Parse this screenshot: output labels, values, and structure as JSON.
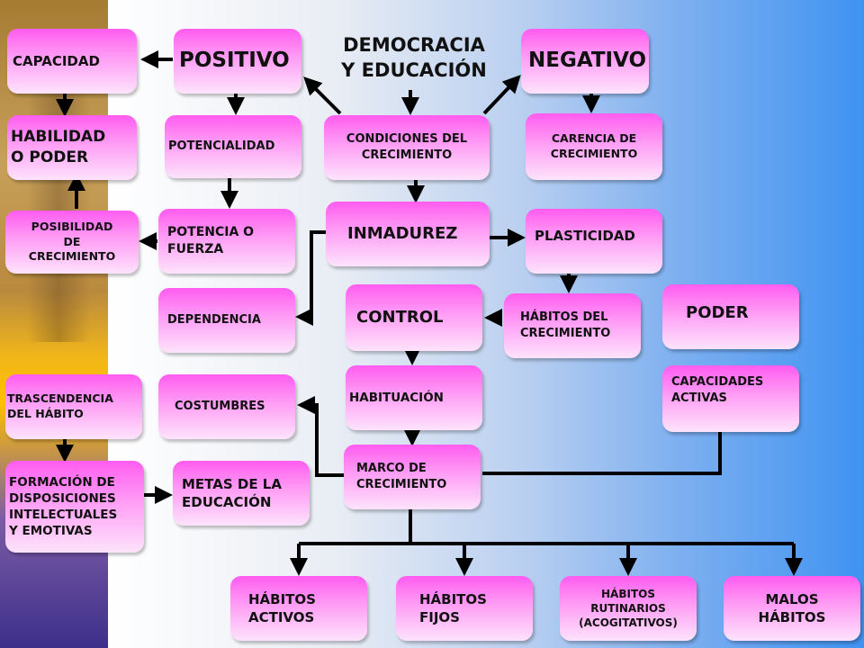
{
  "nodes": {
    "capacidad": "CAPACIDAD",
    "positivo": "POSITIVO",
    "democracia": "DEMOCRACIA\nY EDUCACIÓN",
    "negativo": "NEGATIVO",
    "habilidad": "HABILIDAD\nO PODER",
    "potencialidad": "POTENCIALIDAD",
    "condiciones": "CONDICIONES DEL\nCRECIMIENTO",
    "carencia": "CARENCIA DE\nCRECIMIENTO",
    "posibilidad": "POSIBILIDAD\nDE\nCRECIMIENTO",
    "potencia": "POTENCIA O\nFUERZA",
    "inmadurez": "INMADUREZ",
    "plasticidad": "PLASTICIDAD",
    "dependencia": "DEPENDENCIA",
    "control": "CONTROL",
    "habitos_crecimiento": "HÁBITOS DEL\nCRECIMIENTO",
    "poder": "PODER",
    "trascendencia": "TRASCENDENCIA\nDEL HÁBITO",
    "costumbres": "COSTUMBRES",
    "habituacion": "HABITUACIÓN",
    "capacidades_activas": "CAPACIDADES\nACTIVAS",
    "formacion": "FORMACIÓN DE\nDISPOSICIONES\nINTELECTUALES\nY EMOTIVAS",
    "metas": "METAS DE LA\nEDUCACIÓN",
    "marco": "MARCO DE\nCRECIMIENTO",
    "habitos_activos": "HÁBITOS\nACTIVOS",
    "habitos_fijos": "HÁBITOS\nFIJOS",
    "habitos_rutinarios": "HÁBITOS\nRUTINARIOS\n(ACOGITATIVOS)",
    "malos_habitos": "MALOS\nHÁBITOS"
  },
  "colors": {
    "node_top": "#ff5cf0",
    "node_bottom": "#fde3fb",
    "connector": "#000000"
  }
}
